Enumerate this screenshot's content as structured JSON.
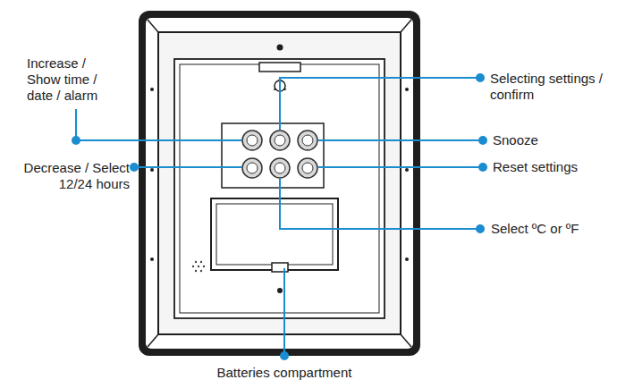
{
  "diagram": {
    "labels": [
      "Increase / Show time / date / alarm",
      "Decrease / Select 12/24 hours",
      "Selecting settings / confirm",
      "Snooze",
      "Reset settings",
      "Select ºC or ºF",
      "Batteries compartment"
    ]
  }
}
